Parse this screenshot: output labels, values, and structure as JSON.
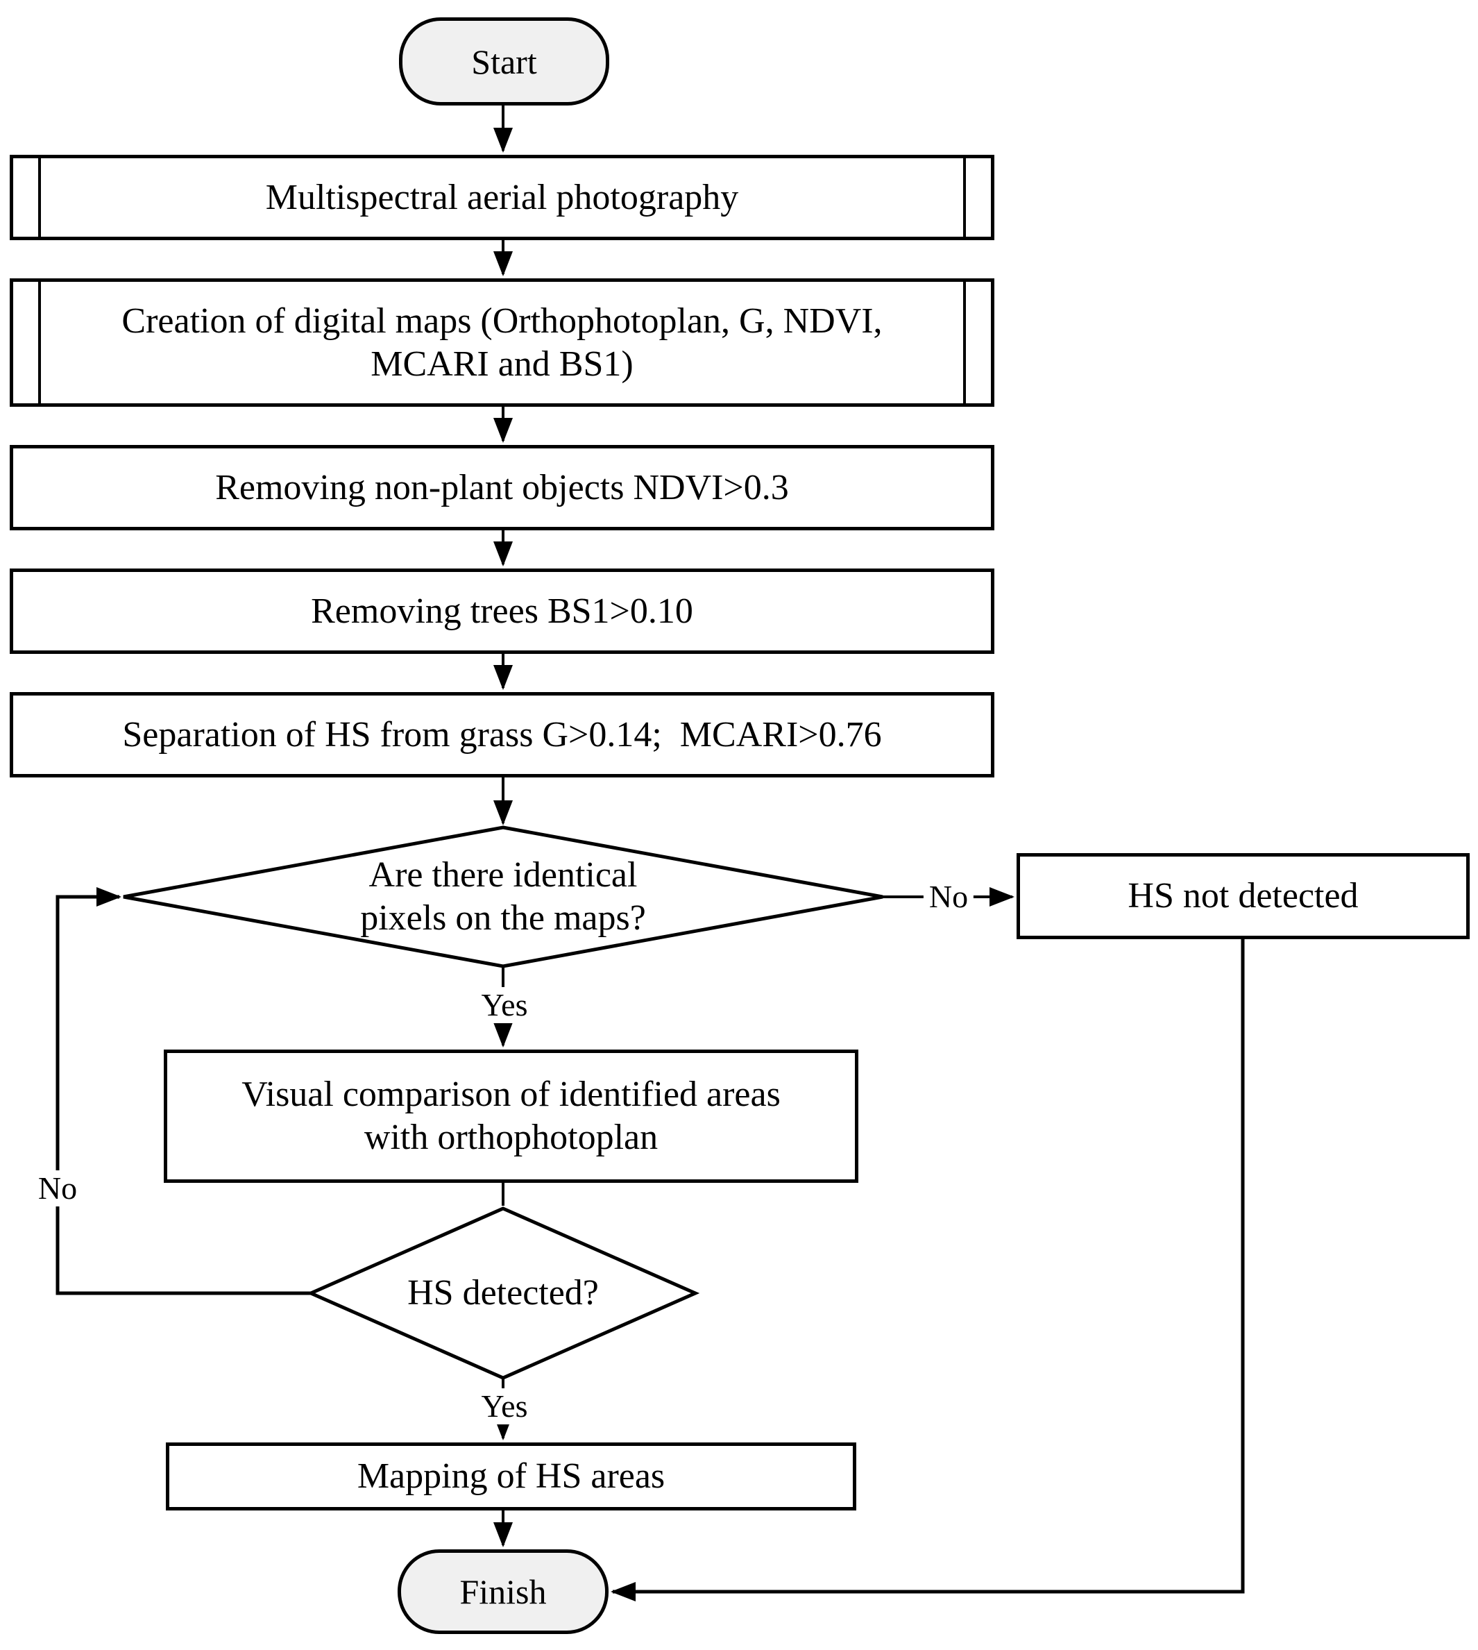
{
  "flowchart": {
    "nodes": {
      "start": "Start",
      "multispectral": "Multispectral aerial photography",
      "digital_maps": "Creation of digital maps (Orthophotoplan, G, NDVI,\nMCARI and BS1)",
      "remove_nonplant": "Removing non-plant objects NDVI>0.3",
      "remove_trees": "Removing trees BS1>0.10",
      "separation": "Separation of HS from grass G>0.14;  MCARI>0.76",
      "identical_pixels": "Are there identical\npixels on the maps?",
      "hs_not_detected": "HS not detected",
      "visual_comparison": "Visual comparison of identified areas\nwith orthophotoplan",
      "hs_detected": "HS detected?",
      "mapping": "Mapping of HS areas",
      "finish": "Finish"
    },
    "edge_labels": {
      "no_right": "No",
      "yes_top": "Yes",
      "no_left": "No",
      "yes_bottom": "Yes"
    },
    "colors": {
      "terminal_fill": "#f0f0f0",
      "process_fill": "#ffffff",
      "stroke": "#000000"
    }
  }
}
